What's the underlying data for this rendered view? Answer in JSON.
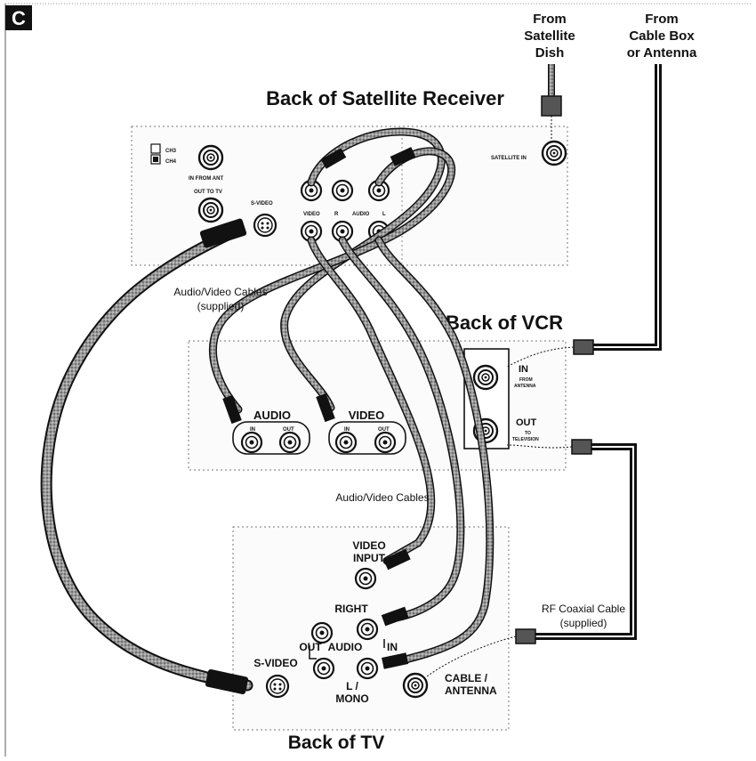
{
  "section_letter": "C",
  "sources": {
    "dish": [
      "From",
      "Satellite",
      "Dish"
    ],
    "cable": [
      "From",
      "Cable Box",
      "or Antenna"
    ]
  },
  "satellite_receiver": {
    "title": "Back of Satellite Receiver",
    "ch3": "CH3",
    "ch4": "CH4",
    "in_from_ant": "IN FROM ANT",
    "out_to_tv": "OUT TO TV",
    "s_video": "S-VIDEO",
    "video": "VIDEO",
    "r": "R",
    "audio": "AUDIO",
    "l": "L",
    "satellite_in": "SATELLITE IN"
  },
  "vcr": {
    "title": "Back of VCR",
    "audio": "AUDIO",
    "video": "VIDEO",
    "in": "IN",
    "out": "OUT",
    "ant_in": "IN",
    "from_antenna": [
      "FROM",
      "ANTENNA"
    ],
    "ant_out": "OUT",
    "to_television": [
      "TO",
      "TELEVISION"
    ]
  },
  "tv": {
    "title": "Back of TV",
    "video_input": [
      "VIDEO",
      "INPUT"
    ],
    "right": "RIGHT",
    "out": "OUT",
    "audio": "AUDIO",
    "in": "IN",
    "l_mono": [
      "L /",
      "MONO"
    ],
    "s_video": "S-VIDEO",
    "cable_antenna": [
      "CABLE /",
      "ANTENNA"
    ]
  },
  "cable_labels": {
    "av_supplied": [
      "Audio/Video Cables",
      "(supplied)"
    ],
    "av": "Audio/Video Cables",
    "rf": [
      "RF Coaxial Cable",
      "(supplied)"
    ]
  }
}
